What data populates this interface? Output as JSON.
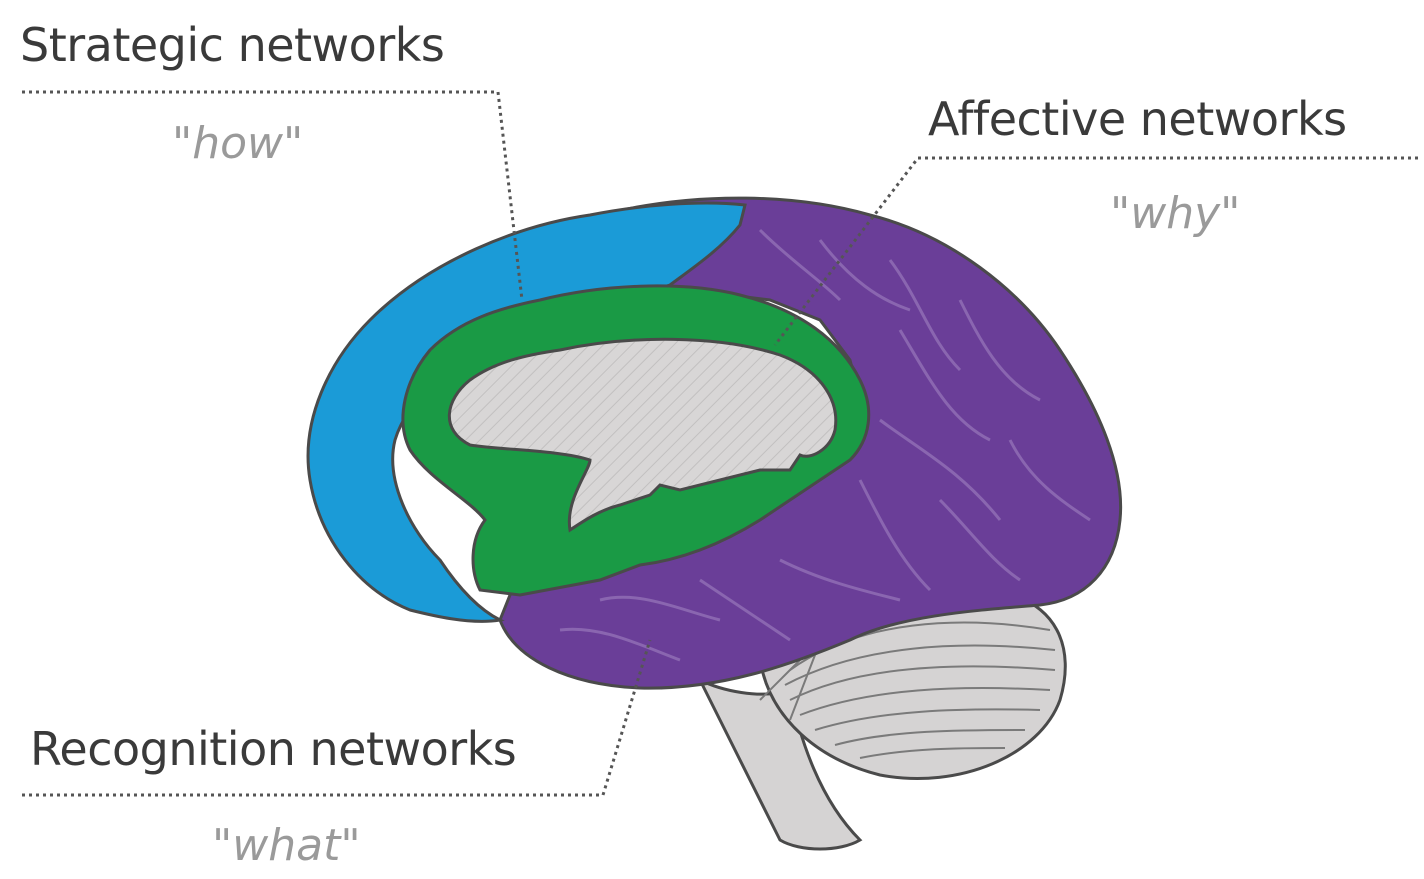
{
  "labels": {
    "strategic": {
      "title": "Strategic networks",
      "subtitle": "\"how\""
    },
    "affective": {
      "title": "Affective networks",
      "subtitle": "\"why\""
    },
    "recognition": {
      "title": "Recognition networks",
      "subtitle": "\"what\""
    }
  },
  "colors": {
    "strategic": "#1b9bd7",
    "affective": "#6a3e98",
    "limbic": "#1a9a45",
    "inner": "#d5d3d3",
    "outline": "#4a4a4a",
    "leader": "#555555"
  }
}
